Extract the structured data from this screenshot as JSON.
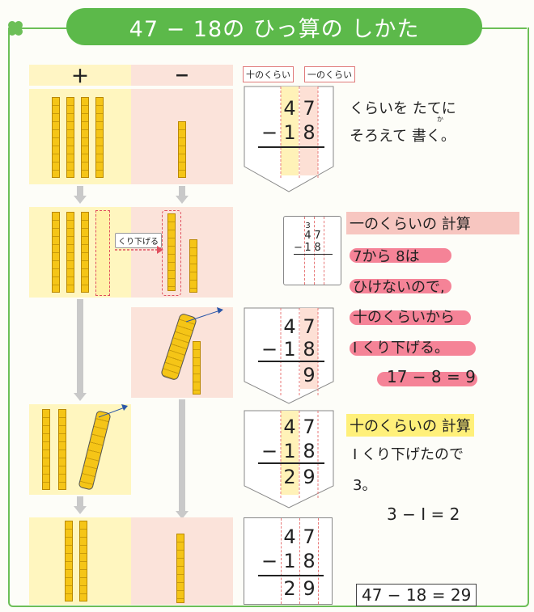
{
  "title": "47 − 18の ひっ算の しかた",
  "columns": {
    "plus": "＋",
    "minus": "−"
  },
  "place_labels": {
    "tens": "十のくらい",
    "ones": "一のくらい"
  },
  "borrow_tag": "くり下げる",
  "step1": {
    "calc": {
      "top": [
        "4",
        "7"
      ],
      "bottom": [
        "1",
        "8"
      ],
      "op": "−"
    },
    "text_lines": [
      "くらいを たてに",
      "そろえて 書く。"
    ],
    "ruby": "か"
  },
  "step2": {
    "calc": {
      "small": "3",
      "top": [
        "4",
        "7"
      ],
      "bottom": [
        "1",
        "8"
      ],
      "op": "−"
    },
    "heading": "一のくらいの 計算",
    "lines": [
      "7から 8は",
      "ひけないので,",
      "十のくらいから",
      "I くり下げる。"
    ],
    "equation": "17 − 8 = 9"
  },
  "step3": {
    "calc": {
      "top": [
        "4",
        "7"
      ],
      "bottom": [
        "1",
        "8"
      ],
      "op": "−",
      "result": [
        "",
        "9"
      ]
    }
  },
  "step4": {
    "calc": {
      "top": [
        "4",
        "7"
      ],
      "bottom": [
        "1",
        "8"
      ],
      "op": "−",
      "result": [
        "2",
        "9"
      ]
    },
    "heading": "十のくらいの 計算",
    "lines": [
      "I くり下げたので",
      "3。"
    ],
    "equation": "3 − I = 2"
  },
  "step5": {
    "calc": {
      "top": [
        "4",
        "7"
      ],
      "bottom": [
        "1",
        "8"
      ],
      "op": "−",
      "result": [
        "2",
        "9"
      ]
    },
    "answer": "47 − 18 = 29"
  }
}
